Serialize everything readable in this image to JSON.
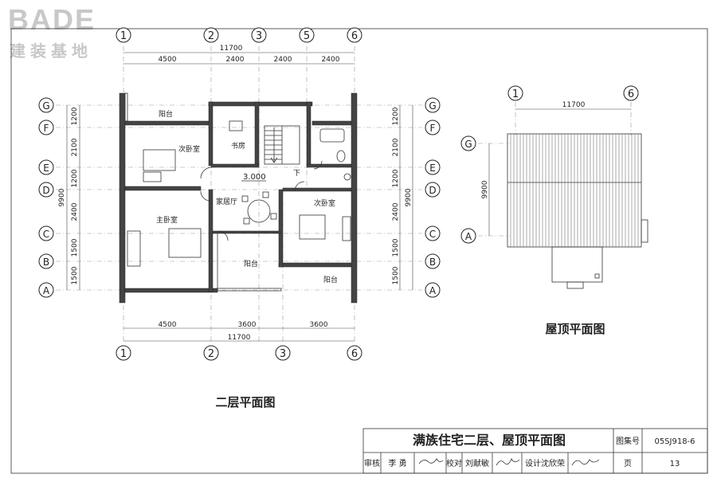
{
  "logo": {
    "brand": "BADE",
    "subtitle": "建装基地"
  },
  "plans": {
    "second_floor": {
      "title": "二层平面图",
      "axes_x_top": [
        "1",
        "2",
        "3",
        "5",
        "6"
      ],
      "axes_x_bottom": [
        "1",
        "2",
        "3",
        "6"
      ],
      "axes_y": [
        "G",
        "F",
        "E",
        "D",
        "C",
        "B",
        "A"
      ],
      "dims_top_total": "11700",
      "dims_top": [
        "4500",
        "2400",
        "2400",
        "2400"
      ],
      "dims_bottom": [
        "4500",
        "3600",
        "3600"
      ],
      "dims_bottom_total": "11700",
      "dims_side": [
        "1200",
        "2100",
        "1200",
        "2400",
        "1500",
        "1500"
      ],
      "dims_side_total": "9900",
      "rooms": {
        "balcony_top": "阳台",
        "bedroom_2": "次卧室",
        "study": "书房",
        "elevation": "3.000",
        "down": "下",
        "family_room": "家居厅",
        "master_bedroom": "主卧室",
        "bedroom_3": "次卧室",
        "balcony_bottom": "阳台",
        "balcony_small": "阳台"
      }
    },
    "roof": {
      "title": "屋顶平面图",
      "axes_x": [
        "1",
        "6"
      ],
      "axes_y": [
        "G",
        "A"
      ],
      "dim_x": "11700",
      "dim_y": "9900"
    }
  },
  "title_block": {
    "title": "满族住宅二层、屋顶平面图",
    "atlas_label": "图集号",
    "atlas_no": "05SJ918-6",
    "review_label": "审核",
    "review_name": "李 勇",
    "check_label": "校对",
    "check_name": "刘献敏",
    "design_label": "设计",
    "design_name": "沈欣荣",
    "page_label": "页",
    "page_no": "13"
  }
}
